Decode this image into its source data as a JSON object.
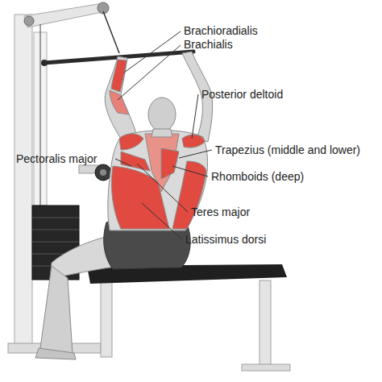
{
  "diagram": {
    "labels": [
      "Brachioradialis",
      "Brachialis",
      "Posterior deltoid",
      "Pectoralis major",
      "Trapezius (middle and lower)",
      "Rhomboids (deep)",
      "Teres major",
      "Latissimus dorsi"
    ]
  }
}
